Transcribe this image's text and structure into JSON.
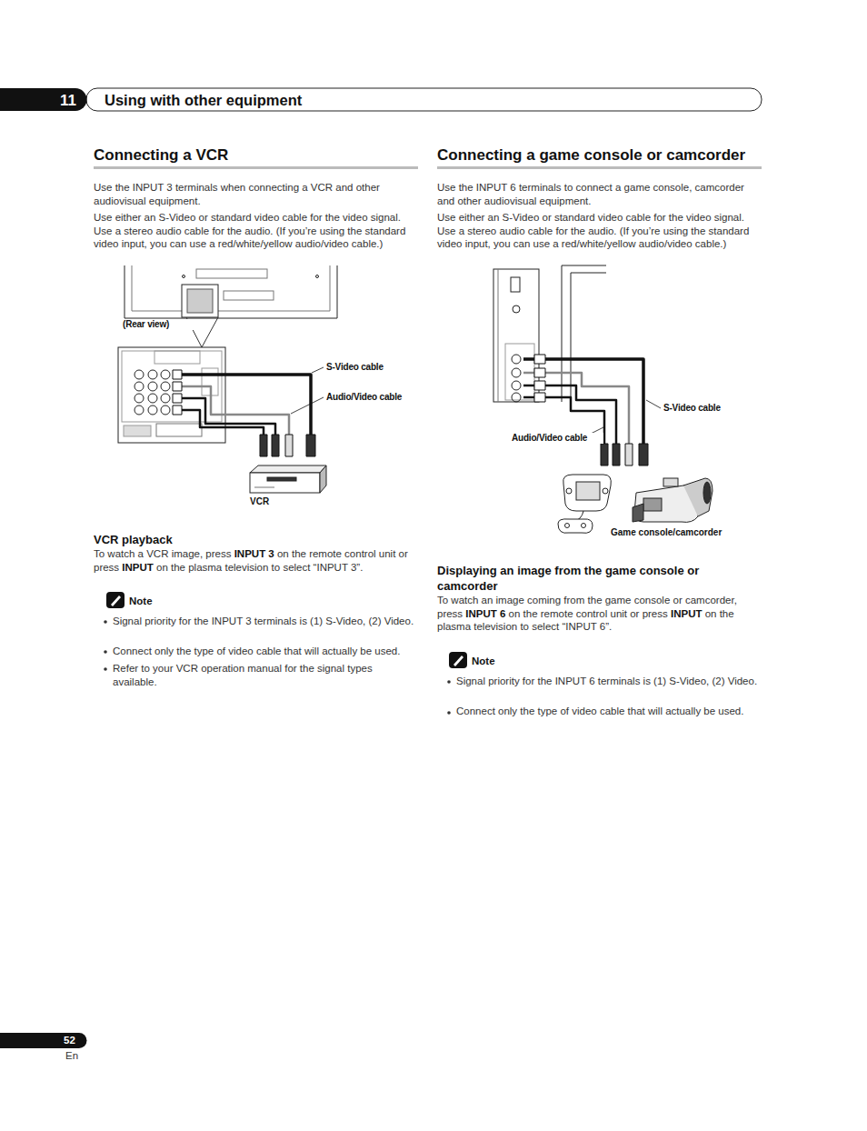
{
  "diagram": {
    "title": "Using with other equipment",
    "nodes": [
      {
        "text": [
          "VCR"
        ]
      },
      {
        "text": [
          "Game console/camcorder"
        ]
      }
    ],
    "labels": [
      "11",
      "Connecting a VCR",
      "Use the INPUT 3 terminals when connecting a VCR and other audiovisual equipment.",
      "Use either an S-Video or standard video cable for the video signal. Use a stereo audio cable for the audio. (If you’re using the standard video input, you can use a red/white/yellow audio/video cable.)",
      "(Rear view)",
      "S-Video cable",
      "Audio/Video cable",
      "VCR playback",
      "To watch a VCR image, press ",
      "INPUT 3",
      " on the remote control unit or press ",
      "INPUT",
      " on the plasma television to select “INPUT 3”.",
      "Note",
      "Signal priority for the INPUT 3 terminals is (1) S-Video, (2) Video.",
      "Connect only the type of video cable that will actually be used.",
      "Refer to your VCR operation manual for the signal types available.",
      "Connecting a game console or camcorder",
      "Use the INPUT 6 terminals to connect a game console, camcorder and other audiovisual equipment.",
      "Use either an S-Video or standard video cable for the video signal. Use a stereo audio cable for the audio. (If you’re using the standard video input, you can use a red/white/yellow audio/video cable.)",
      "S-Video cable",
      "Audio/Video cable",
      "Displaying an image from the game console or camcorder",
      "To watch an image coming from the game console or camcorder, press ",
      "INPUT 6",
      " on the remote control unit or press ",
      "INPUT",
      " on the plasma television to select “INPUT 6”.",
      "Note",
      "Signal priority for the INPUT 6 terminals is (1) S-Video, (2) Video.",
      "Connect only the type of video cable that will actually be used.",
      "52",
      "En"
    ]
  }
}
